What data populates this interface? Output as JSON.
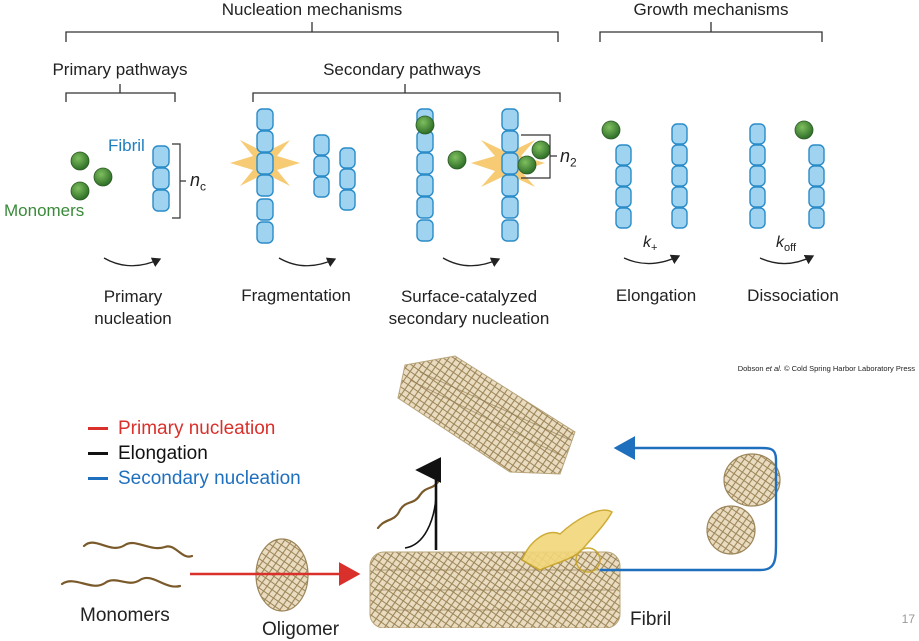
{
  "nucleation": {
    "title": "Nucleation mechanisms",
    "primary_title": "Primary pathways",
    "secondary_title": "Secondary pathways"
  },
  "growth": {
    "title": "Growth mechanisms"
  },
  "panels": {
    "primary": {
      "label_line1": "Primary",
      "label_line2": "nucleation",
      "fibril_label": "Fibril",
      "monomer_label": "Monomers",
      "size_label": "n",
      "size_sub": "c"
    },
    "fragmentation": {
      "label": "Fragmentation"
    },
    "surface": {
      "label_line1": "Surface-catalyzed",
      "label_line2": "secondary nucleation",
      "size_label": "n",
      "size_sub": "2"
    },
    "elongation": {
      "label": "Elongation",
      "rate": "k",
      "rate_sub": "+"
    },
    "dissociation": {
      "label": "Dissociation",
      "rate": "k",
      "rate_sub": "off"
    }
  },
  "credit": {
    "prefix": "Dobson ",
    "italic": "et al.",
    "suffix": " © Cold Spring Harbor Laboratory Press"
  },
  "legend": [
    {
      "label": "Primary nucleation",
      "color": "#d9302b"
    },
    {
      "label": "Elongation",
      "color": "#111111"
    },
    {
      "label": "Secondary nucleation",
      "color": "#1f6fbf"
    }
  ],
  "bottom_labels": {
    "monomers": "Monomers",
    "oligomer": "Oligomer",
    "fibril": "Fibril"
  },
  "page_number": "17",
  "colors": {
    "monomer": "#3f8a35",
    "fibril_fill": "#9fd3ef",
    "fibril_stroke": "#2a8cc8",
    "burst": "#f6c25a"
  }
}
